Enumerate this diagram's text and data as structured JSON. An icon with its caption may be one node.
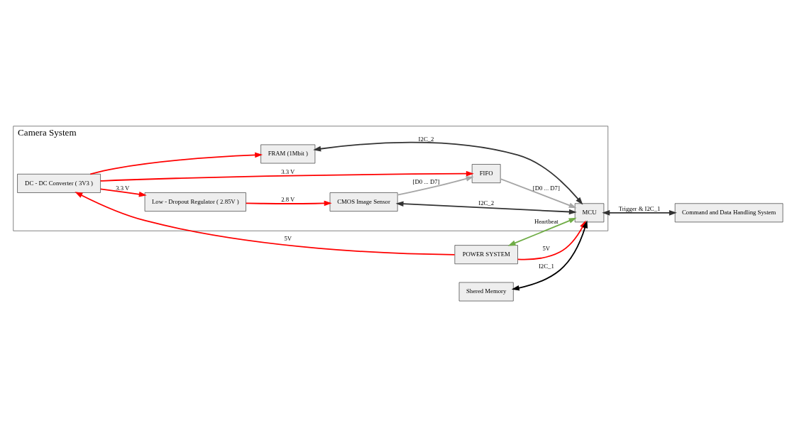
{
  "diagram": {
    "nodes": [
      {
        "text": [
          "Camera System"
        ]
      },
      {
        "text": [
          "Low - Dropout Regulator ( 2.85V )"
        ],
        "in": 0
      },
      {
        "text": [
          "DC - DC Converter ( 3V3 )"
        ],
        "in": 0
      },
      {
        "text": [
          "CMOS Image Sensor"
        ],
        "in": 0
      },
      {
        "text": [
          "FIFO"
        ],
        "in": 0
      },
      {
        "text": [
          "FRAM (1Mbit )"
        ],
        "in": 0
      },
      {
        "text": [
          "MCU"
        ],
        "in": 0
      },
      {
        "text": [
          "POWER SYSTEM"
        ]
      },
      {
        "text": [
          "Shered Memory"
        ]
      },
      {
        "text": [
          "Command and Data Handling System"
        ]
      }
    ],
    "edges": [
      {
        "from": 7,
        "to": 2,
        "arrow": "to",
        "label": "5V"
      },
      {
        "from": 7,
        "to": 6,
        "arrow": "to",
        "label": "5V"
      },
      {
        "from": 2,
        "to": 1,
        "arrow": "to",
        "label": "3.3 V"
      },
      {
        "from": 1,
        "to": 3,
        "arrow": "to",
        "label": "2.8 V"
      },
      {
        "from": 2,
        "to": 4,
        "arrow": "to",
        "label": "3.3 V"
      },
      {
        "from": 2,
        "to": 5,
        "arrow": "to"
      },
      {
        "from": 3,
        "to": 4,
        "arrow": "to",
        "label": "[D0 ... D7]",
        "color": "#a6a6a6"
      },
      {
        "from": 4,
        "to": 6,
        "arrow": "to",
        "label": "[D0 ... D7]",
        "color": "#a6a6a6"
      },
      {
        "from": 5,
        "to": 6,
        "arrow": "both",
        "label": "I2C_2",
        "color": "#333333"
      },
      {
        "from": 3,
        "to": 6,
        "arrow": "both",
        "label": "I2C_2",
        "color": "#333333"
      },
      {
        "from": 8,
        "to": 6,
        "arrow": "both",
        "label": "I2C_1",
        "color": "#000000"
      },
      {
        "from": 6,
        "to": 9,
        "arrow": "both",
        "label": "Trigger & I2C_1",
        "color": "#333333"
      },
      {
        "from": 6,
        "to": 7,
        "arrow": "both",
        "label": "Heartbeat",
        "color": "#70ad47"
      }
    ]
  }
}
